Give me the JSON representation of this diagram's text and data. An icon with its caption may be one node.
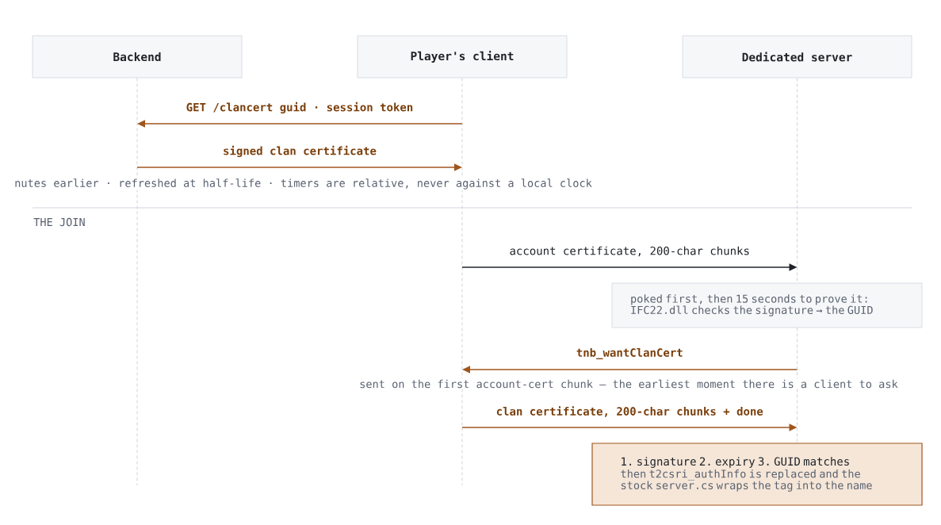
{
  "diagram": {
    "nodes": [
      {
        "text": [
          "Backend"
        ]
      },
      {
        "text": [
          "Player's client"
        ]
      },
      {
        "text": [
          "Dedicated server"
        ]
      },
      {
        "text": [
          "poked first, then 15 seconds to prove it: IFC22.dll checks the signature → the GUID"
        ]
      },
      {
        "text": [
          "1. signature 2. expiry 3. GUID matches",
          "then t2csri_authInfo is replaced and the stock server.cs wraps the tag into the name"
        ]
      }
    ],
    "edges": [
      {
        "from": 1,
        "to": 0,
        "arrow": "to",
        "label": "GET /clancert guid · session token"
      },
      {
        "from": 0,
        "to": 1,
        "arrow": "to",
        "label": "signed clan certificate"
      },
      {
        "from": 1,
        "to": 2,
        "arrow": "to",
        "label": "account certificate, 200-char chunks",
        "color": "#1f2328"
      },
      {
        "from": 2,
        "to": 1,
        "arrow": "to",
        "label": "tnb_wantClanCert"
      },
      {
        "from": 1,
        "to": 2,
        "arrow": "to",
        "label": "clan certificate, 200-char chunks + done"
      }
    ],
    "labels": [
      "nutes earlier · refreshed at half-life · timers are relative, never against a local clock",
      "THE JOIN",
      "sent on the first account-cert chunk — the earliest moment there is a client to ask"
    ]
  }
}
